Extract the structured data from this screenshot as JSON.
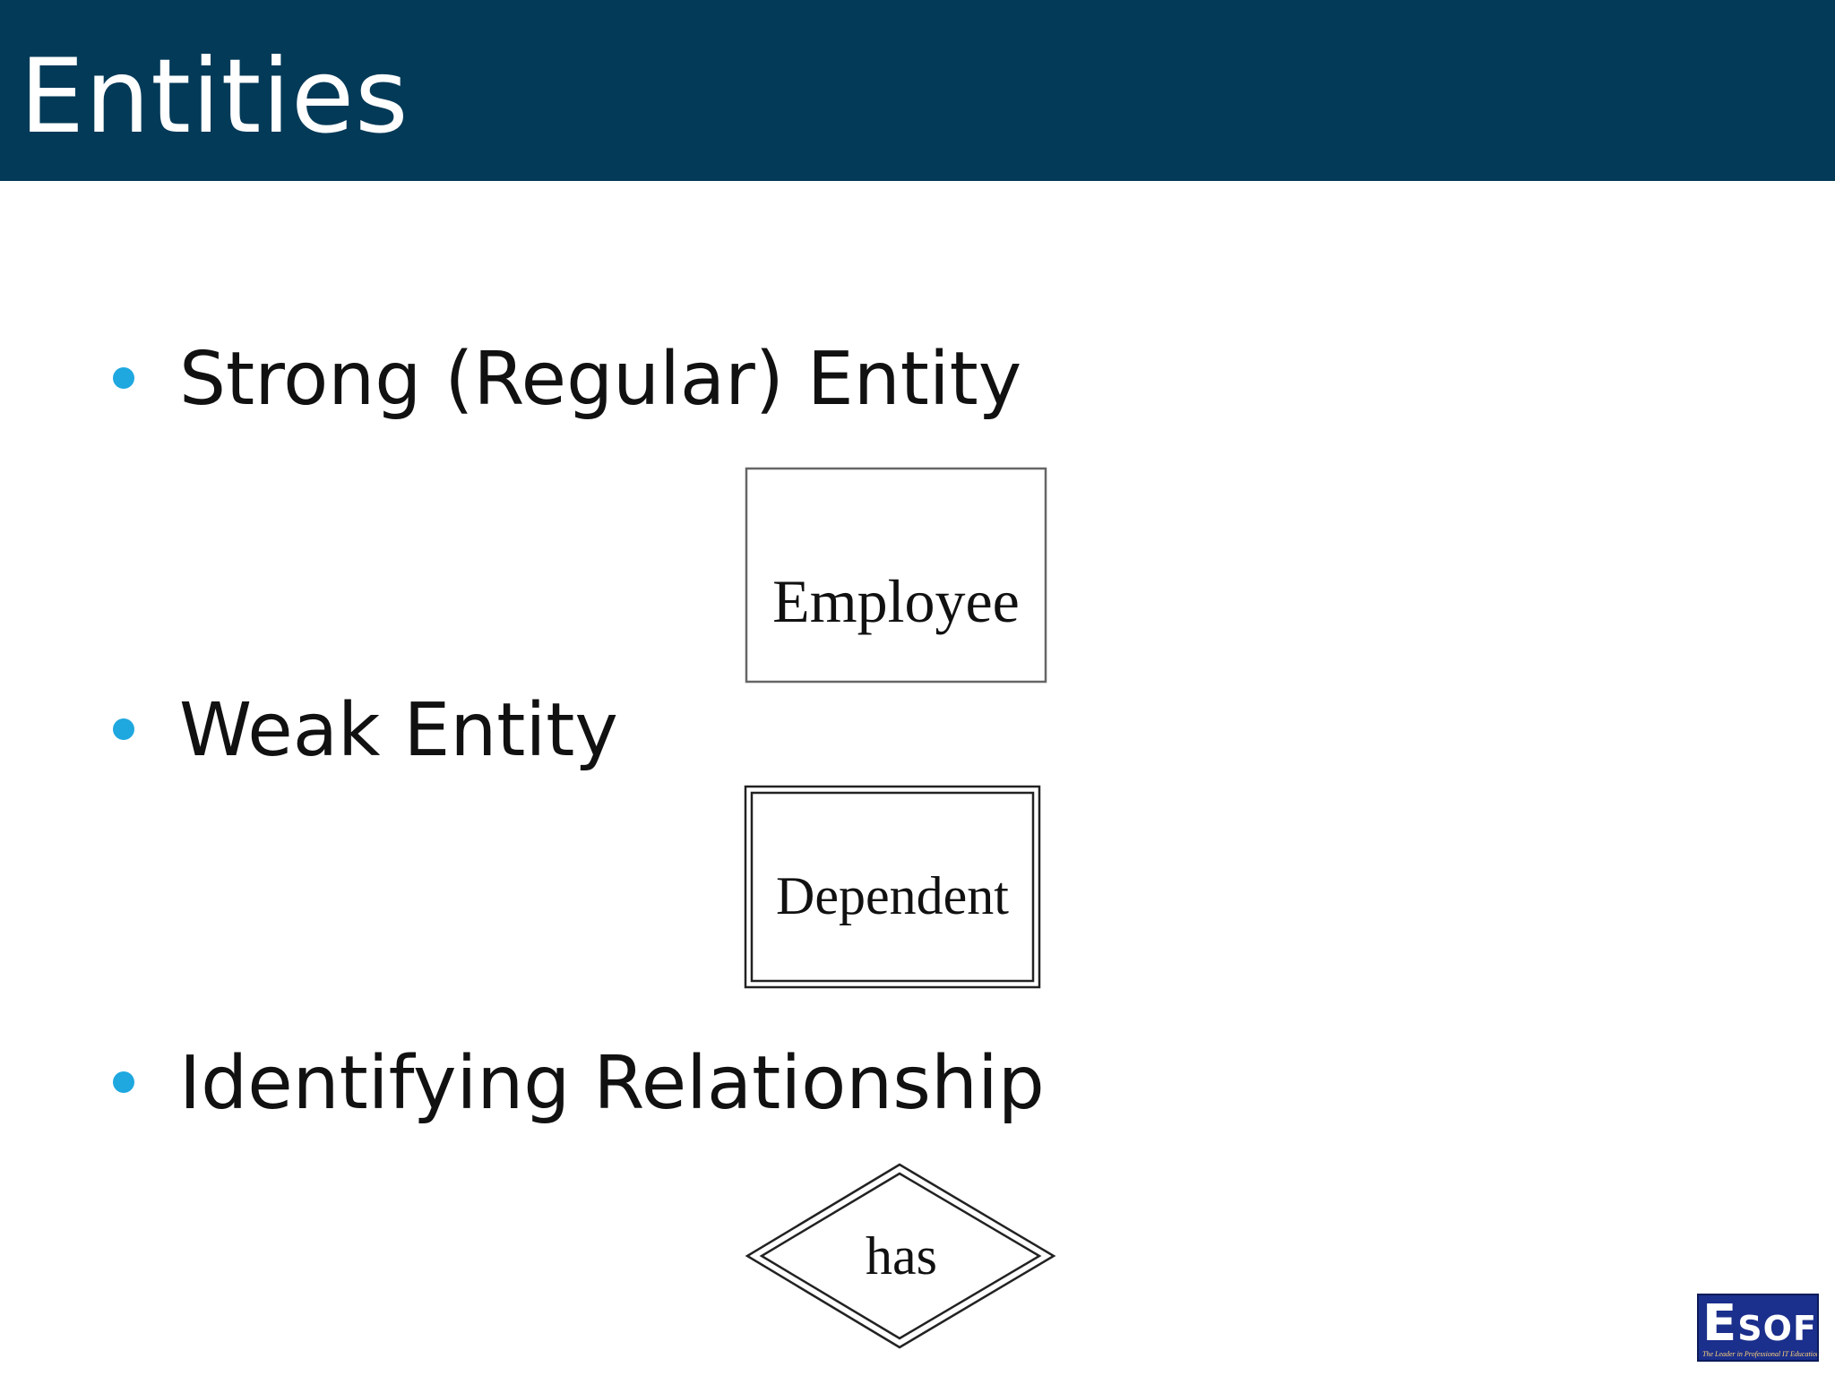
{
  "slide": {
    "title": "Entities"
  },
  "bullets": [
    {
      "text": "Strong (Regular) Entity"
    },
    {
      "text": "Weak Entity"
    },
    {
      "text": "Identifying Relationship"
    }
  ],
  "diagrams": {
    "strong_entity": {
      "label": "Employee"
    },
    "weak_entity": {
      "label": "Dependent"
    },
    "identifying_relationship": {
      "label": "has"
    }
  },
  "colors": {
    "title_bar": "#033a58",
    "bullet": "#1fa8e0",
    "logo": "#1b2f8c"
  },
  "logo": {
    "wordmark": "ESOFT",
    "tagline": "The Leader in Professional IT Education"
  }
}
